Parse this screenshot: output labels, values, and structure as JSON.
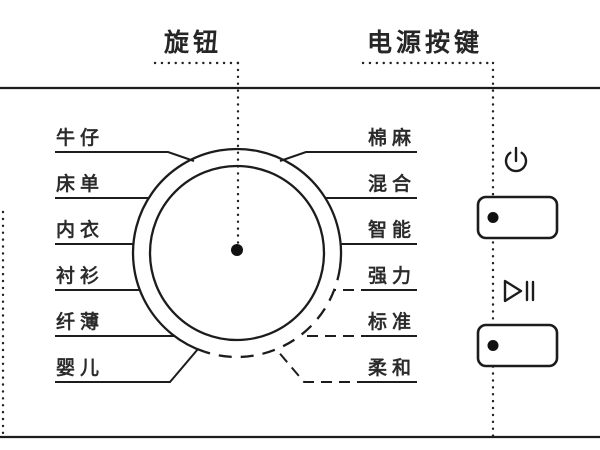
{
  "diagram": {
    "callouts": {
      "knob": "旋钮",
      "power_buttons": "电源按键"
    },
    "dial": {
      "left_programs": [
        "牛仔",
        "床单",
        "内衣",
        "衬衫",
        "纤薄",
        "婴儿"
      ],
      "right_programs": [
        "棉麻",
        "混合",
        "智能",
        "强力",
        "标准",
        "柔和"
      ]
    },
    "buttons": [
      {
        "icon": "power-icon"
      },
      {
        "icon": "play-pause-icon"
      }
    ],
    "colors": {
      "line": "#1c1c1c",
      "text": "#2b2b2b",
      "background": "#ffffff"
    }
  }
}
